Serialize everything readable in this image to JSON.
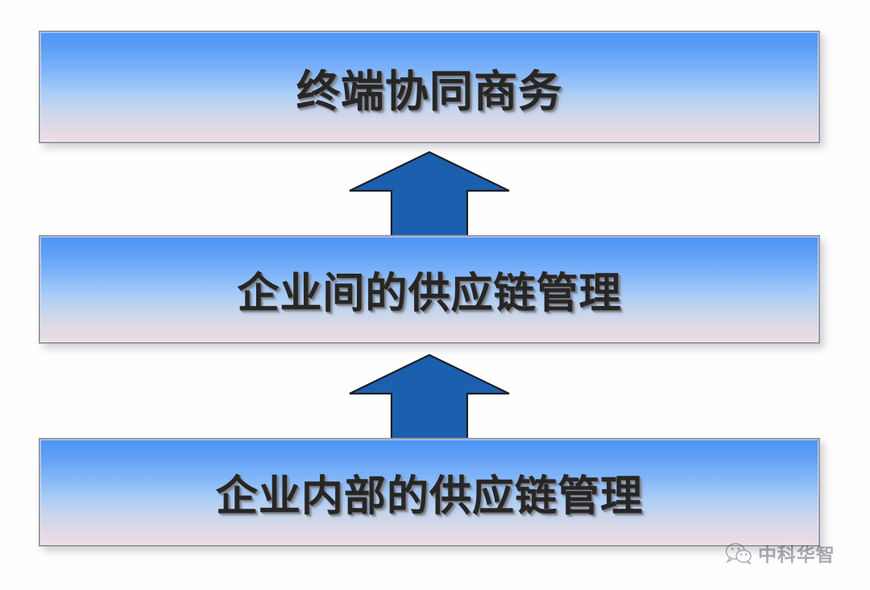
{
  "diagram": {
    "type": "stacked-pyramid-flow",
    "orientation": "bottom-to-top",
    "levels": [
      {
        "id": "level-3",
        "position": "top",
        "label": "终端协同商务"
      },
      {
        "id": "level-2",
        "position": "middle",
        "label": "企业间的供应链管理"
      },
      {
        "id": "level-1",
        "position": "bottom",
        "label": "企业内部的供应链管理"
      }
    ],
    "connectors": [
      {
        "id": "arrow-lower",
        "icon": "up-arrow-icon",
        "from": "level-1",
        "to": "level-2"
      },
      {
        "id": "arrow-upper",
        "icon": "up-arrow-icon",
        "from": "level-2",
        "to": "level-3"
      }
    ],
    "colors": {
      "bar_gradient_top": "#4e95f7",
      "bar_gradient_bottom": "#ecdee4",
      "bar_border": "#9a9aa6",
      "arrow_fill": "#1b60ae",
      "arrow_stroke": "#1e1e28",
      "label_text": "#262626",
      "background": "#fefefe"
    }
  },
  "watermark": {
    "text": "中科华智",
    "logo_icon": "wechat-icon"
  }
}
